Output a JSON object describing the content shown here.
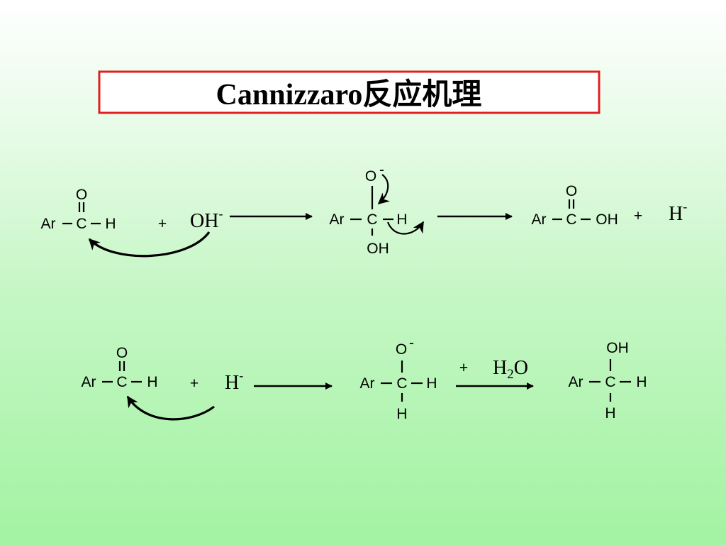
{
  "title": "Cannizzaro反应机理",
  "colors": {
    "title_border": "#e02020",
    "background_top": "#ffffff",
    "background_bottom": "#a2f3a2",
    "ink": "#000000"
  },
  "atoms": {
    "ar": "Ar",
    "c": "C",
    "h": "H",
    "o": "O",
    "oh": "OH"
  },
  "reagents": {
    "plus": "+",
    "hydroxide": "OH",
    "hydride": "H",
    "minus": "-",
    "water_h": "H",
    "water_sub": "2",
    "water_o": "O"
  },
  "icons": {
    "reaction_arrow": "arrow-right-icon",
    "electron_push": "curved-arrow-icon"
  }
}
